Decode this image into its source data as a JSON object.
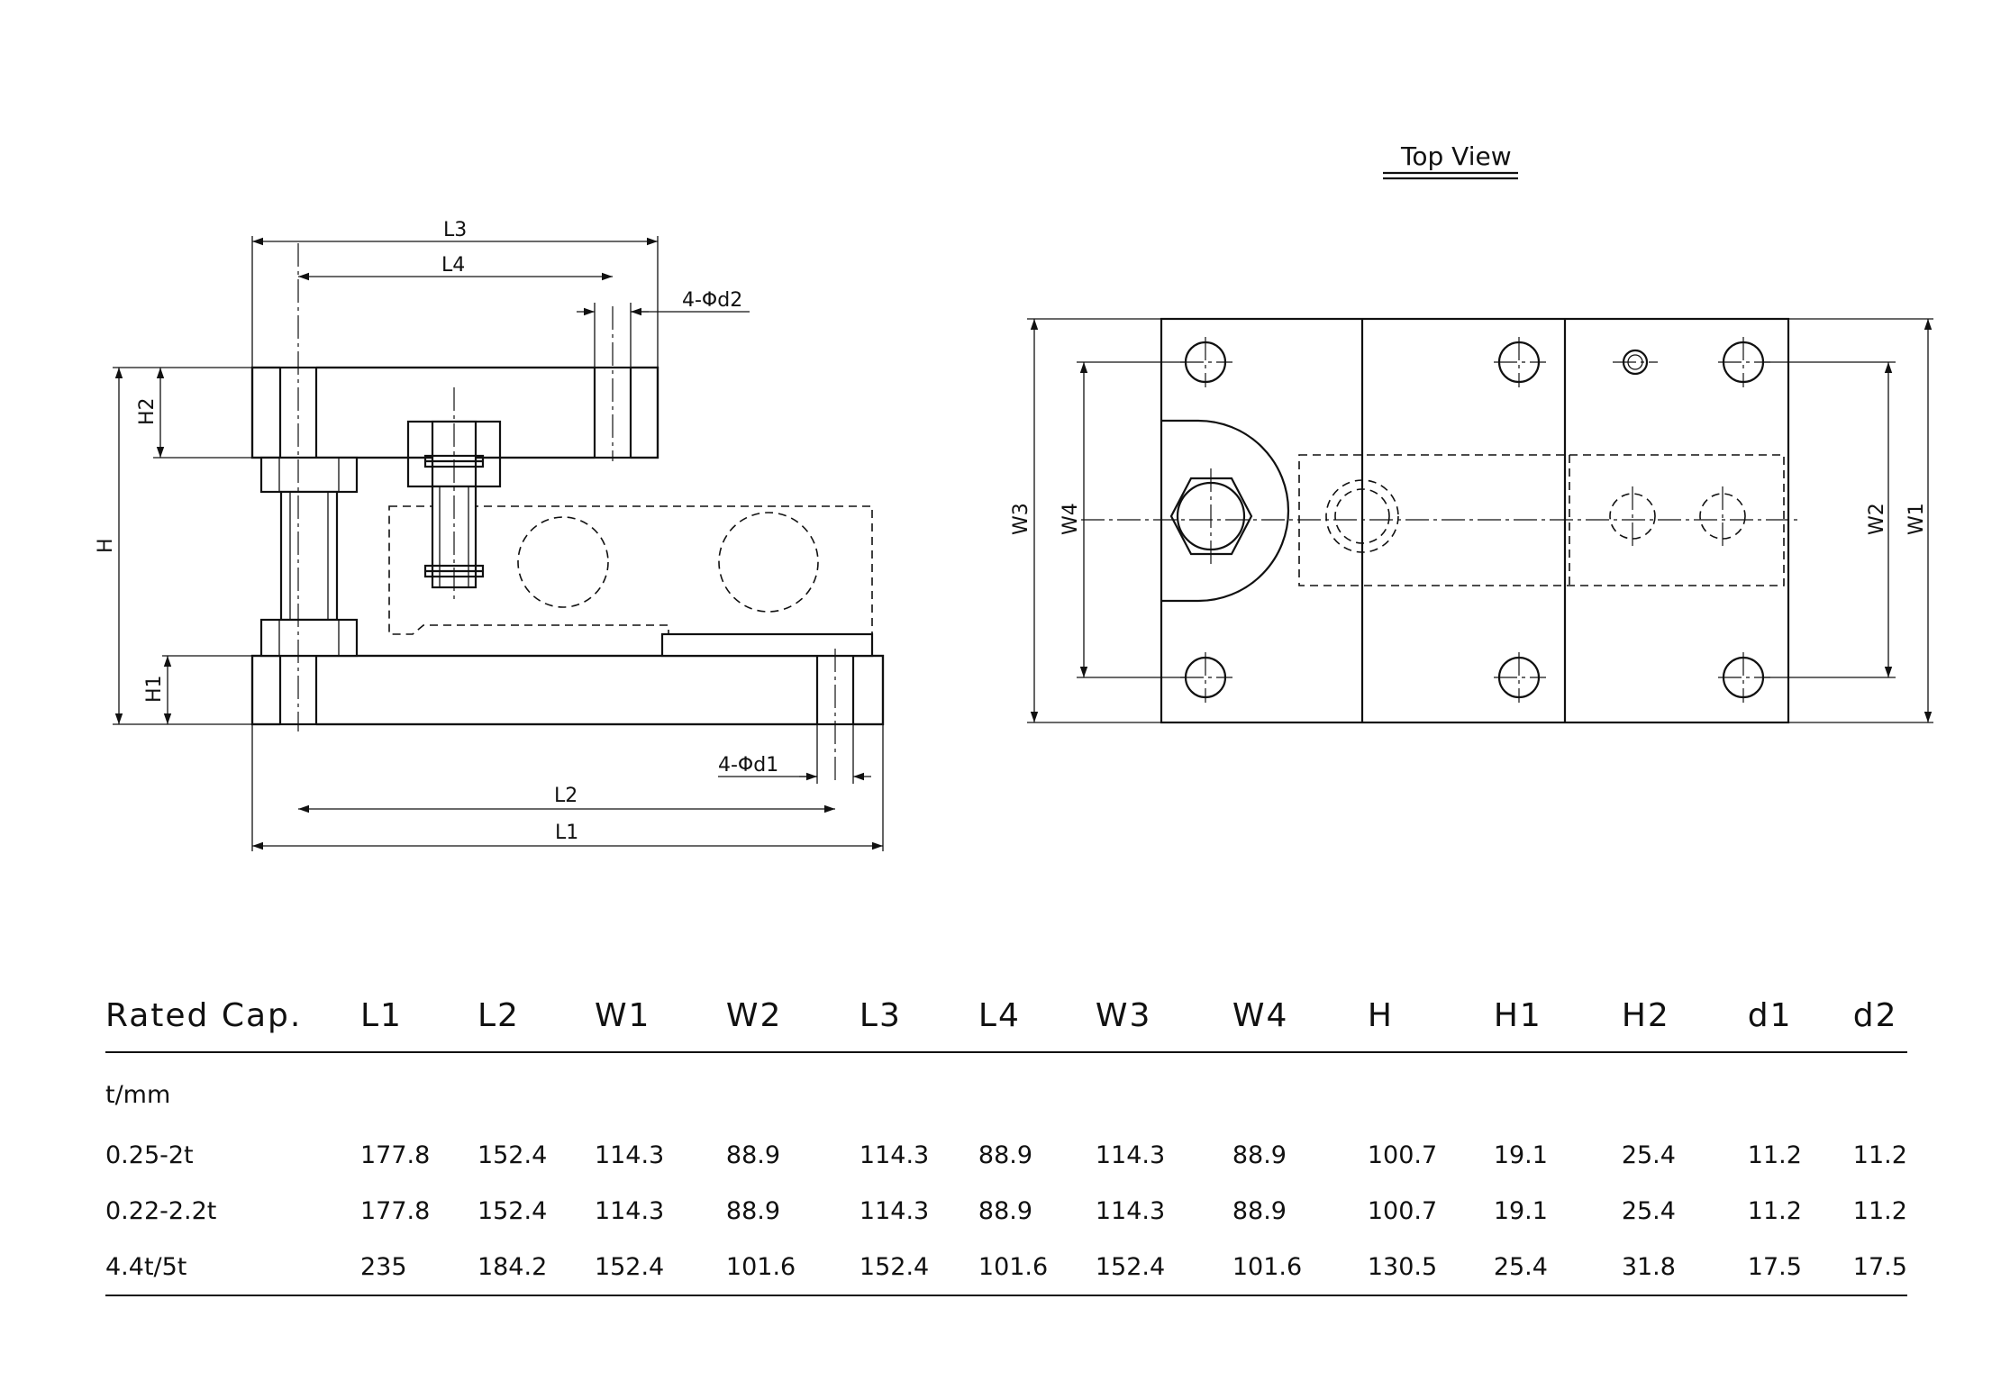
{
  "view_title": "Top View",
  "side_dims": {
    "L3": "L3",
    "L4": "L4",
    "d2": "4-Φd2",
    "H2": "H2",
    "H": "H",
    "H1": "H1",
    "d1": "4-Φd1",
    "L2": "L2",
    "L1": "L1"
  },
  "top_dims": {
    "W3": "W3",
    "W4": "W4",
    "W2": "W2",
    "W1": "W1"
  },
  "table": {
    "headers": [
      "Rated Cap.",
      "L1",
      "L2",
      "W1",
      "W2",
      "L3",
      "L4",
      "W3",
      "W4",
      "H",
      "H1",
      "H2",
      "d1",
      "d2"
    ],
    "unit": "t/mm",
    "rows": [
      [
        "0.25-2t",
        "177.8",
        "152.4",
        "114.3",
        "88.9",
        "114.3",
        "88.9",
        "114.3",
        "88.9",
        "100.7",
        "19.1",
        "25.4",
        "11.2",
        "11.2"
      ],
      [
        "0.22-2.2t",
        "177.8",
        "152.4",
        "114.3",
        "88.9",
        "114.3",
        "88.9",
        "114.3",
        "88.9",
        "100.7",
        "19.1",
        "25.4",
        "11.2",
        "11.2"
      ],
      [
        "4.4t/5t",
        "235",
        "184.2",
        "152.4",
        "101.6",
        "152.4",
        "101.6",
        "152.4",
        "101.6",
        "130.5",
        "25.4",
        "31.8",
        "17.5",
        "17.5"
      ]
    ]
  }
}
